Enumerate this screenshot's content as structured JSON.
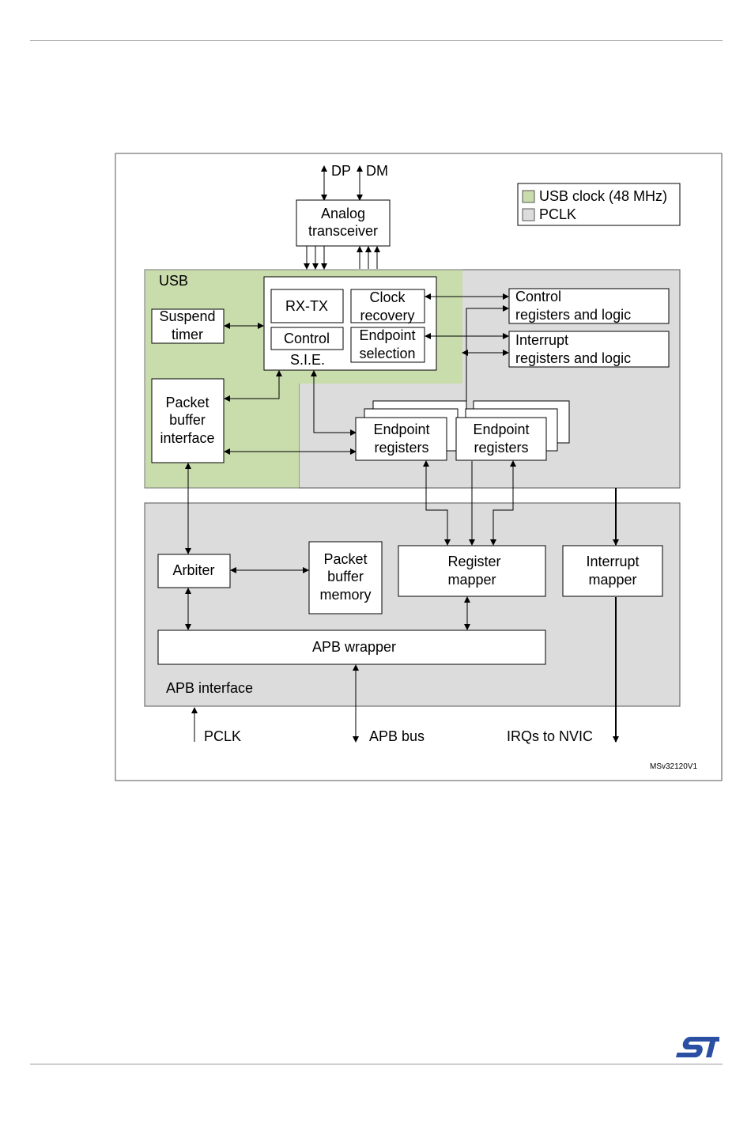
{
  "diagram": {
    "signals_top": {
      "dp": "DP",
      "dm": "DM"
    },
    "legend": {
      "usb_clock": "USB clock (48 MHz)",
      "pclk": "PCLK"
    },
    "usb_region_label": "USB",
    "blocks": {
      "analog_transceiver": [
        "Analog",
        "transceiver"
      ],
      "rx_tx": "RX-TX",
      "clock_recovery": [
        "Clock",
        "recovery"
      ],
      "control": "Control",
      "endpoint_selection": [
        "Endpoint",
        "selection"
      ],
      "sie": "S.I.E.",
      "suspend_timer": [
        "Suspend",
        "timer"
      ],
      "packet_buffer_interface": [
        "Packet",
        "buffer",
        "interface"
      ],
      "control_registers": [
        "Control",
        "registers and logic"
      ],
      "interrupt_registers": [
        "Interrupt",
        "registers and logic"
      ],
      "endpoint_registers_1": [
        "Endpoint",
        "registers"
      ],
      "endpoint_registers_2": [
        "Endpoint",
        "registers"
      ],
      "arbiter": "Arbiter",
      "packet_buffer_memory": [
        "Packet",
        "buffer",
        "memory"
      ],
      "register_mapper": [
        "Register",
        "mapper"
      ],
      "interrupt_mapper": [
        "Interrupt",
        "mapper"
      ],
      "apb_wrapper": "APB wrapper"
    },
    "apb_region_label": "APB interface",
    "signals_bottom": {
      "pclk": "PCLK",
      "apb_bus": "APB bus",
      "irqs": "IRQs to NVIC"
    },
    "figure_id": "MSv32120V1",
    "colors": {
      "usb_clock_fill": "#c9dcac",
      "pclk_fill": "#dcdcdc"
    }
  },
  "logo": {
    "icon": "st-logo-icon",
    "text": "ST",
    "color": "#2a4fa3"
  }
}
